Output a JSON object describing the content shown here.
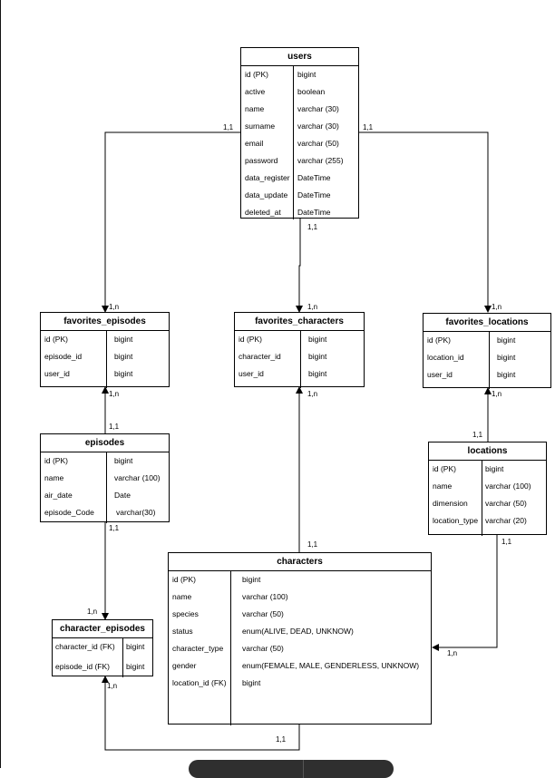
{
  "entities": {
    "users": {
      "title": "users",
      "rows": [
        {
          "field": "id (PK)",
          "type": "bigint"
        },
        {
          "field": "active",
          "type": "boolean"
        },
        {
          "field": "name",
          "type": "varchar (30)"
        },
        {
          "field": "surname",
          "type": "varchar (30)"
        },
        {
          "field": "email",
          "type": "varchar (50)"
        },
        {
          "field": "password",
          "type": "varchar (255)"
        },
        {
          "field": "data_register",
          "type": "DateTime"
        },
        {
          "field": "data_update",
          "type": "DateTime"
        },
        {
          "field": "deleted_at",
          "type": "DateTime"
        }
      ]
    },
    "favorites_episodes": {
      "title": "favorites_episodes",
      "rows": [
        {
          "field": "id (PK)",
          "type": "bigint"
        },
        {
          "field": "episode_id",
          "type": "bigint"
        },
        {
          "field": "user_id",
          "type": "bigint"
        }
      ]
    },
    "favorites_characters": {
      "title": "favorites_characters",
      "rows": [
        {
          "field": "id (PK)",
          "type": "bigint"
        },
        {
          "field": "character_id",
          "type": "bigint"
        },
        {
          "field": "user_id",
          "type": "bigint"
        }
      ]
    },
    "favorites_locations": {
      "title": "favorites_locations",
      "rows": [
        {
          "field": "id (PK)",
          "type": "bigint"
        },
        {
          "field": "location_id",
          "type": "bigint"
        },
        {
          "field": "user_id",
          "type": "bigint"
        }
      ]
    },
    "episodes": {
      "title": "episodes",
      "rows": [
        {
          "field": "id (PK)",
          "type": "bigint"
        },
        {
          "field": "name",
          "type": "varchar (100)"
        },
        {
          "field": "air_date",
          "type": "Date"
        },
        {
          "field": "episode_Code",
          "type": "varchar(30)"
        }
      ]
    },
    "locations": {
      "title": "locations",
      "rows": [
        {
          "field": "id (PK)",
          "type": "bigint"
        },
        {
          "field": "name",
          "type": "varchar (100)"
        },
        {
          "field": "dimension",
          "type": "varchar (50)"
        },
        {
          "field": "location_type",
          "type": "varchar (20)"
        }
      ]
    },
    "characters": {
      "title": "characters",
      "rows": [
        {
          "field": "id (PK)",
          "type": "bigint"
        },
        {
          "field": "name",
          "type": "varchar (100)"
        },
        {
          "field": "species",
          "type": "varchar (50)"
        },
        {
          "field": "status",
          "type": "enum(ALIVE, DEAD, UNKNOW)"
        },
        {
          "field": "character_type",
          "type": "varchar (50)"
        },
        {
          "field": "gender",
          "type": "enum(FEMALE, MALE, GENDERLESS, UNKNOW)"
        },
        {
          "field": "location_id (FK)",
          "type": "bigint"
        }
      ]
    },
    "character_episodes": {
      "title": "character_episodes",
      "rows": [
        {
          "field": "character_id (FK)",
          "type": "bigint"
        },
        {
          "field": "episode_id (FK)",
          "type": "bigint"
        }
      ]
    }
  },
  "relationships": [
    {
      "from": "users",
      "to": "favorites_episodes",
      "from_card": "1,1",
      "to_card": "1,n"
    },
    {
      "from": "users",
      "to": "favorites_characters",
      "from_card": "1,1",
      "to_card": "1,n"
    },
    {
      "from": "users",
      "to": "favorites_locations",
      "from_card": "1,1",
      "to_card": "1,n"
    },
    {
      "from": "episodes",
      "to": "favorites_episodes",
      "from_card": "1,1",
      "to_card": "1,n"
    },
    {
      "from": "characters",
      "to": "favorites_characters",
      "from_card": "1,1",
      "to_card": "1,n"
    },
    {
      "from": "locations",
      "to": "favorites_locations",
      "from_card": "1,1",
      "to_card": "1,n"
    },
    {
      "from": "episodes",
      "to": "character_episodes",
      "from_card": "1,1",
      "to_card": "1,n"
    },
    {
      "from": "locations",
      "to": "characters",
      "from_card": "1,1",
      "to_card": "1,n"
    },
    {
      "from": "characters",
      "to": "character_episodes",
      "from_card": "1,1",
      "to_card": "1,n"
    }
  ]
}
